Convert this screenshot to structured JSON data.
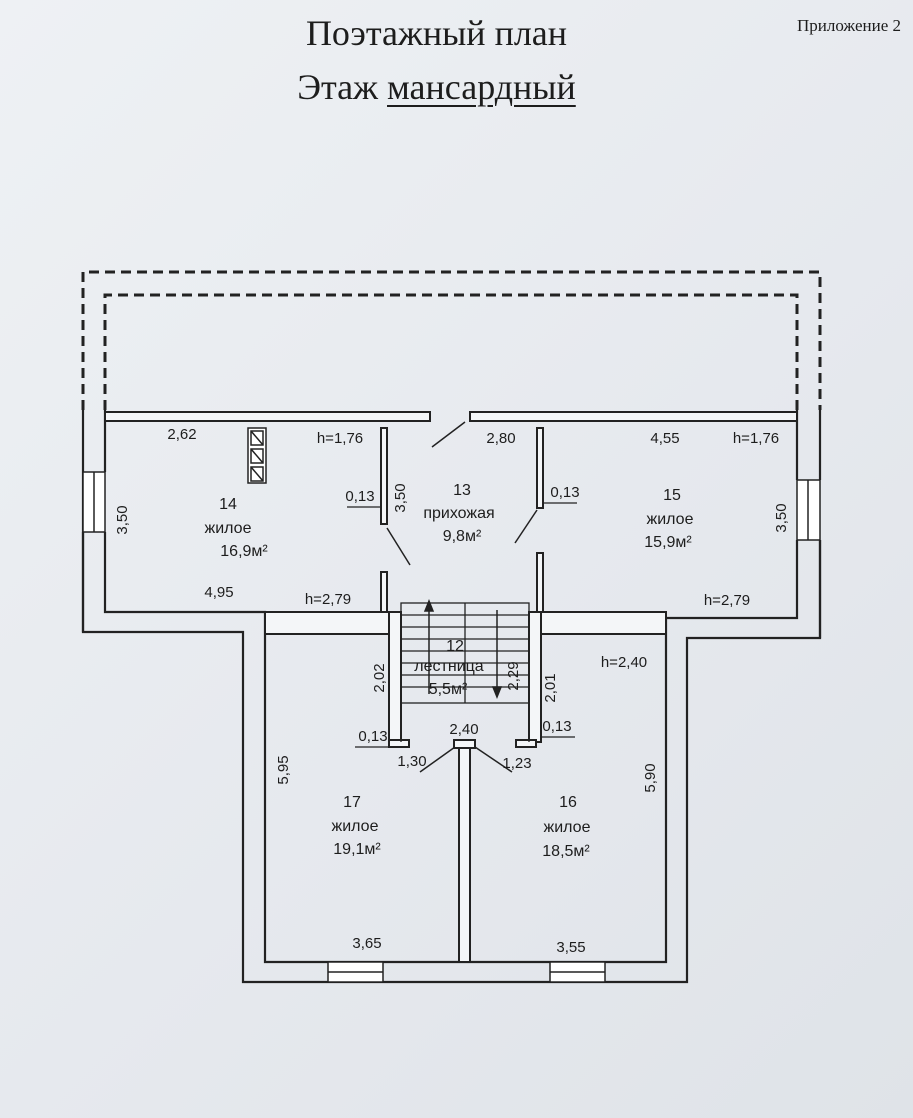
{
  "header": {
    "appendix": "Приложение 2",
    "title": "Поэтажный план",
    "floor_prefix": "Этаж",
    "floor_name": "мансардный"
  },
  "rooms": [
    {
      "number": "14",
      "type": "жилое",
      "area": "16,9м²"
    },
    {
      "number": "13",
      "type": "прихожая",
      "area": "9,8м²"
    },
    {
      "number": "15",
      "type": "жилое",
      "area": "15,9м²"
    },
    {
      "number": "12",
      "type": "лестница",
      "area": "5,5м²"
    },
    {
      "number": "17",
      "type": "жилое",
      "area": "19,1м²"
    },
    {
      "number": "16",
      "type": "жилое",
      "area": "18,5м²"
    }
  ],
  "dimensions": {
    "d_262": "2,62",
    "d_h176_left": "h=1,76",
    "d_280": "2,80",
    "d_455": "4,55",
    "d_h176_right": "h=1,76",
    "d_350_left": "3,50",
    "d_013_a": "0,13",
    "d_350_mid": "3,50",
    "d_013_b": "0,13",
    "d_350_right": "3,50",
    "d_495": "4,95",
    "d_h279_left": "h=2,79",
    "d_h279_right": "h=2,79",
    "d_202": "2,02",
    "d_229": "2,29",
    "d_201": "2,01",
    "d_h240": "h=2,40",
    "d_013_c": "0,13",
    "d_240": "2,40",
    "d_013_d": "0,13",
    "d_130": "1,30",
    "d_123": "1,23",
    "d_595": "5,95",
    "d_590": "5,90",
    "d_365": "3,65",
    "d_355": "3,55"
  }
}
